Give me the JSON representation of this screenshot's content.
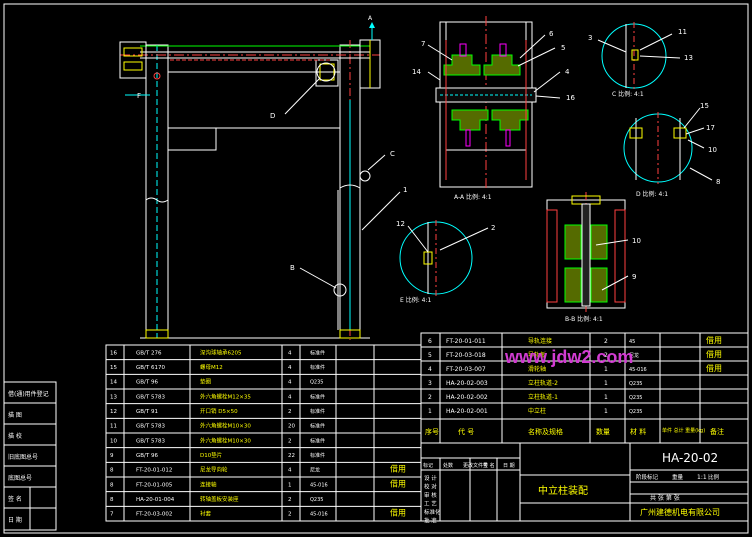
{
  "watermark": "www.jdw2.com",
  "drawing_number": "HA-20-02",
  "title_block": {
    "assembly_name": "中立柱装配",
    "company": "广州建德机电有限公司",
    "rev_labels": [
      "标记",
      "处数",
      "更改文件号",
      "签 名",
      "日 期"
    ],
    "row_labels": [
      "设 计",
      "校 对",
      "审 核",
      "工 艺",
      "标准化",
      "批 准"
    ],
    "right_labels": [
      "阶段标记",
      "重量",
      "比例"
    ],
    "ratio": "1:1",
    "sheet": "共 张  第 张"
  },
  "header_row": {
    "seq": "序号",
    "code": "代 号",
    "name": "名称及规格",
    "qty": "数量",
    "material": "材 料",
    "weight": "单件 总计 重量(kg)",
    "remark": "备注"
  },
  "upper_bom": [
    {
      "no": "6",
      "code": "FT-20-01-011",
      "name": "导轨连接",
      "qty": "2",
      "material": "45",
      "remark": "借用"
    },
    {
      "no": "5",
      "code": "FT-20-03-018",
      "name": "导轨板",
      "qty": "2",
      "material": "尼龙",
      "remark": "借用"
    },
    {
      "no": "4",
      "code": "FT-20-03-007",
      "name": "滑轮轴",
      "qty": "1",
      "material": "45-016",
      "remark": "借用"
    },
    {
      "no": "3",
      "code": "HA-20-02-003",
      "name": "立柱轨道-2",
      "qty": "1",
      "material": "Q235",
      "remark": ""
    },
    {
      "no": "2",
      "code": "HA-20-02-002",
      "name": "立柱轨道-1",
      "qty": "1",
      "material": "Q235",
      "remark": ""
    },
    {
      "no": "1",
      "code": "HA-20-02-001",
      "name": "中立柱",
      "qty": "1",
      "material": "Q235",
      "remark": ""
    }
  ],
  "lower_bom": [
    {
      "no": "16",
      "code": "GB/T 276",
      "name": "深沟球轴承6205",
      "qty": "4",
      "material": "标准件",
      "remark": ""
    },
    {
      "no": "15",
      "code": "GB/T 6170",
      "name": "螺母M12",
      "qty": "4",
      "material": "标准件",
      "remark": ""
    },
    {
      "no": "14",
      "code": "GB/T 96",
      "name": "垫圈",
      "qty": "4",
      "material": "Q235",
      "remark": ""
    },
    {
      "no": "13",
      "code": "GB/T 5783",
      "name": "外六角螺栓M12×35",
      "qty": "4",
      "material": "标准件",
      "remark": ""
    },
    {
      "no": "12",
      "code": "GB/T 91",
      "name": "开口销 D5×50",
      "qty": "2",
      "material": "标准件",
      "remark": ""
    },
    {
      "no": "11",
      "code": "GB/T 5783",
      "name": "外六角螺栓M10×30",
      "qty": "20",
      "material": "标准件",
      "remark": ""
    },
    {
      "no": "10",
      "code": "GB/T 5783",
      "name": "外六角螺栓M10×30",
      "qty": "2",
      "material": "标准件",
      "remark": ""
    },
    {
      "no": "9",
      "code": "GB/T 96",
      "name": "D10垫片",
      "qty": "22",
      "material": "标准件",
      "remark": ""
    },
    {
      "no": "8",
      "code": "FT-20-01-012",
      "name": "尼龙导向轮",
      "qty": "4",
      "material": "尼龙",
      "remark": "借用"
    },
    {
      "no": "8",
      "code": "FT-20-01-005",
      "name": "连接轴",
      "qty": "1",
      "material": "45-016",
      "remark": "借用"
    },
    {
      "no": "8",
      "code": "HA-20-01-004",
      "name": "转轴盖板安装座",
      "qty": "2",
      "material": "Q235",
      "remark": ""
    },
    {
      "no": "7",
      "code": "FT-20-03-002",
      "name": "衬套",
      "qty": "2",
      "material": "45-016",
      "remark": "借用"
    }
  ],
  "left_strip": [
    "借(通)用件登记",
    "描 图",
    "描 校",
    "旧底图总号",
    "底图总号",
    "签 名",
    "日 期"
  ],
  "view_labels": {
    "aa": "A-A 比例: 4:1",
    "bb": "B-B 比例: 4:1",
    "c": "C 比例: 4:1",
    "d": "D 比例: 4:1",
    "e": "E 比例: 4:1",
    "d_mark": "D",
    "c_mark": "C",
    "b_mark": "B",
    "f_mark": "F",
    "a_mark": "A",
    "balloon_1": "1",
    "balloon_2": "2",
    "balloon_3": "3",
    "balloon_4": "4",
    "balloon_5": "5",
    "balloon_6": "6",
    "balloon_7": "7",
    "balloon_8": "8",
    "balloon_9": "9",
    "balloon_10": "10",
    "balloon_11": "11",
    "balloon_12": "12",
    "balloon_13": "13",
    "balloon_14": "14",
    "balloon_15": "15",
    "balloon_16": "16",
    "balloon_17": "17"
  }
}
